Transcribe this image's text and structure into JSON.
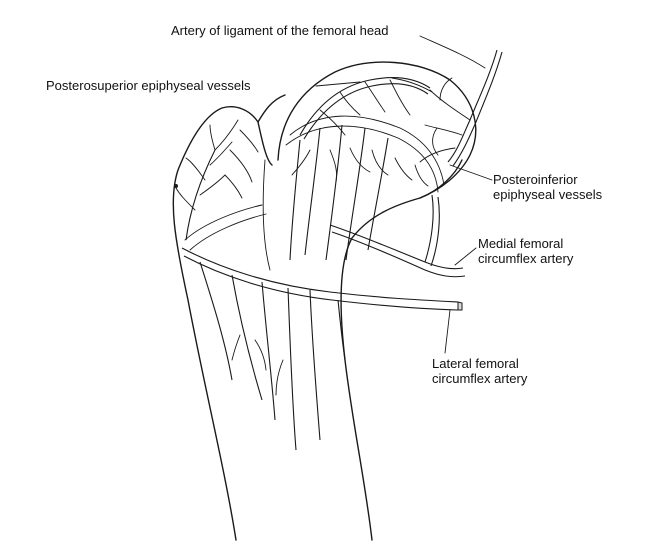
{
  "labels": {
    "artery_ligament": "Artery of ligament of the femoral head",
    "posterosuperior": "Posterosuperior epiphyseal vessels",
    "posteroinferior_1": "Posteroinferior",
    "posteroinferior_2": "epiphyseal vessels",
    "medial_1": "Medial femoral",
    "medial_2": "circumflex artery",
    "lateral_1": "Lateral femoral",
    "lateral_2": "circumflex artery"
  },
  "colors": {
    "ink": "#1a1a1a",
    "vessel_fill": "#d9d9d9",
    "background": "#ffffff"
  }
}
